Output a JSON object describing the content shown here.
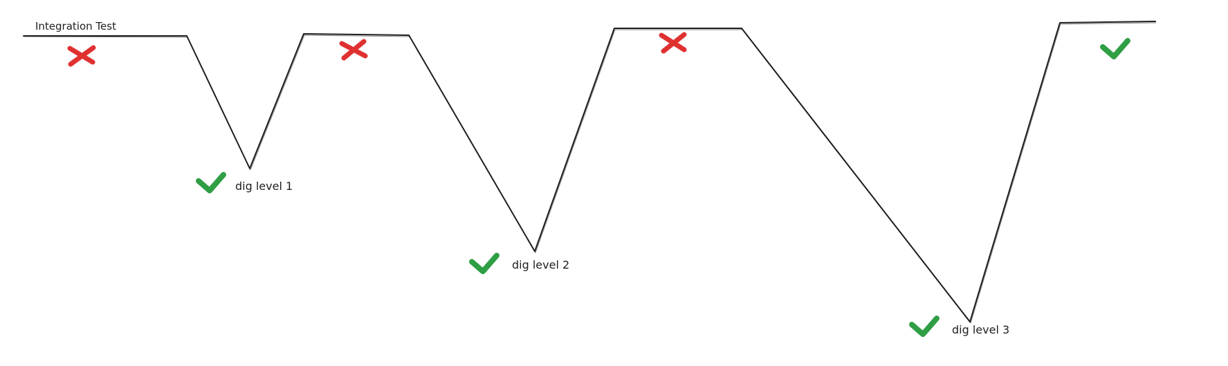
{
  "title": "Integration Test",
  "colors": {
    "stroke": "#1e1e1e",
    "fail": "#e03131",
    "pass": "#2f9e44",
    "background": "#ffffff"
  },
  "fail_marks": [
    {
      "icon": "red-x-icon"
    },
    {
      "icon": "red-x-icon"
    },
    {
      "icon": "red-x-icon"
    }
  ],
  "pass_marks": [
    {
      "icon": "green-check-icon",
      "label": "dig level 1"
    },
    {
      "icon": "green-check-icon",
      "label": "dig level 2"
    },
    {
      "icon": "green-check-icon",
      "label": "dig level 3"
    },
    {
      "icon": "green-check-icon"
    }
  ]
}
